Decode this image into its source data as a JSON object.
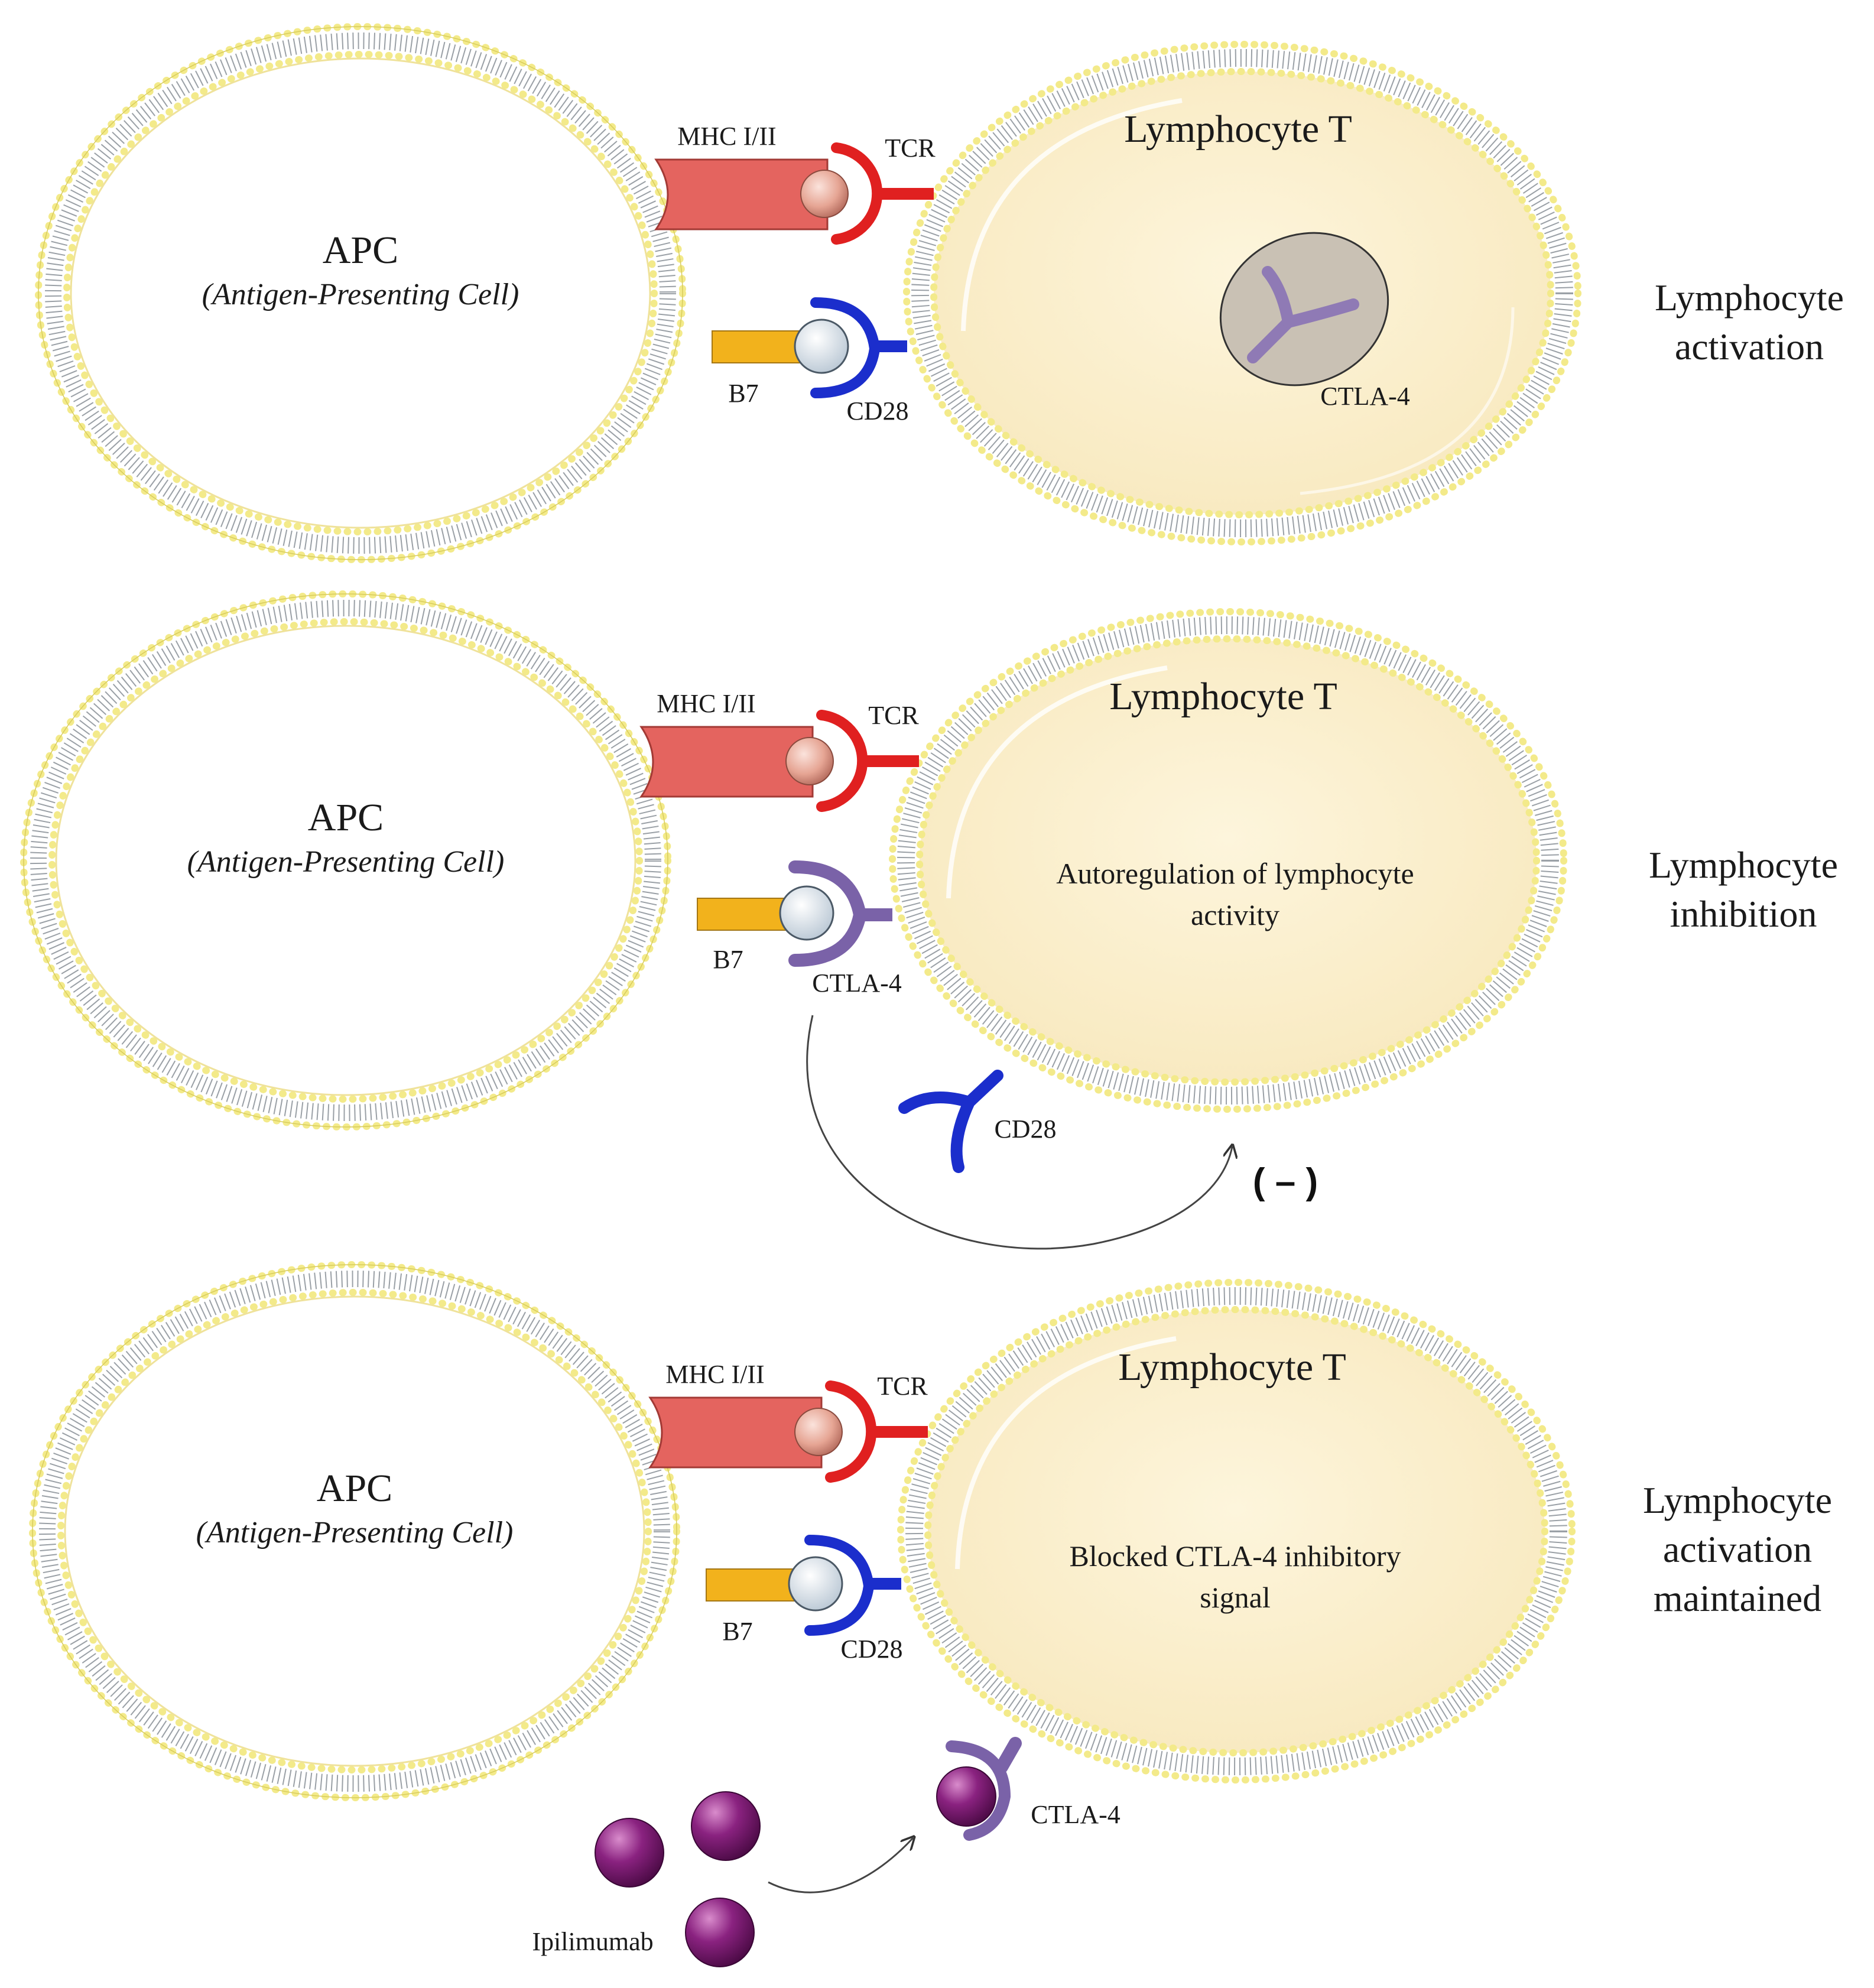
{
  "panels": [
    {
      "id": "activation",
      "apc": {
        "title": "APC",
        "subtitle": "(Antigen-Presenting Cell)"
      },
      "mhc_label": "MHC I/II",
      "tcr_label": "TCR",
      "b7_label": "B7",
      "receptor_label": "CD28",
      "t_cell_title": "Lymphocyte T",
      "inner_text_1": "",
      "inner_text_2": "",
      "nucleus_label": "CTLA-4",
      "side_label": [
        "Lymphocyte",
        "activation"
      ]
    },
    {
      "id": "inhibition",
      "apc": {
        "title": "APC",
        "subtitle": "(Antigen-Presenting Cell)"
      },
      "mhc_label": "MHC I/II",
      "tcr_label": "TCR",
      "b7_label": "B7",
      "receptor_label": "CTLA-4",
      "t_cell_title": "Lymphocyte T",
      "inner_text_1": "Autoregulation of lymphocyte",
      "inner_text_2": "activity",
      "free_receptor_label": "CD28",
      "feedback_symbol": "( – )",
      "side_label": [
        "Lymphocyte",
        "inhibition"
      ]
    },
    {
      "id": "maintained",
      "apc": {
        "title": "APC",
        "subtitle": "(Antigen-Presenting Cell)"
      },
      "mhc_label": "MHC I/II",
      "tcr_label": "TCR",
      "b7_label": "B7",
      "receptor_label": "CD28",
      "t_cell_title": "Lymphocyte T",
      "inner_text_1": "Blocked CTLA-4 inhibitory",
      "inner_text_2": "signal",
      "blocked_receptor_label": "CTLA-4",
      "drug_label": "Ipilimumab",
      "side_label": [
        "Lymphocyte",
        "activation",
        "maintained"
      ]
    }
  ],
  "colors": {
    "membrane_dot": "#f3ea8a",
    "membrane_tail": "#9aa0a6",
    "t_cell_fill": "#fdf3d6",
    "apc_fill": "#ffffff",
    "mhc": "#e4645f",
    "tcr": "#e02020",
    "b7": "#f2b21c",
    "cd28": "#1b2ecc",
    "ctla4": "#7a62a8",
    "ligand": "#d9e3ec",
    "antigen": "#e9a89a",
    "nucleus": "#c9c1b4",
    "antibody": "#7a1a6e"
  }
}
